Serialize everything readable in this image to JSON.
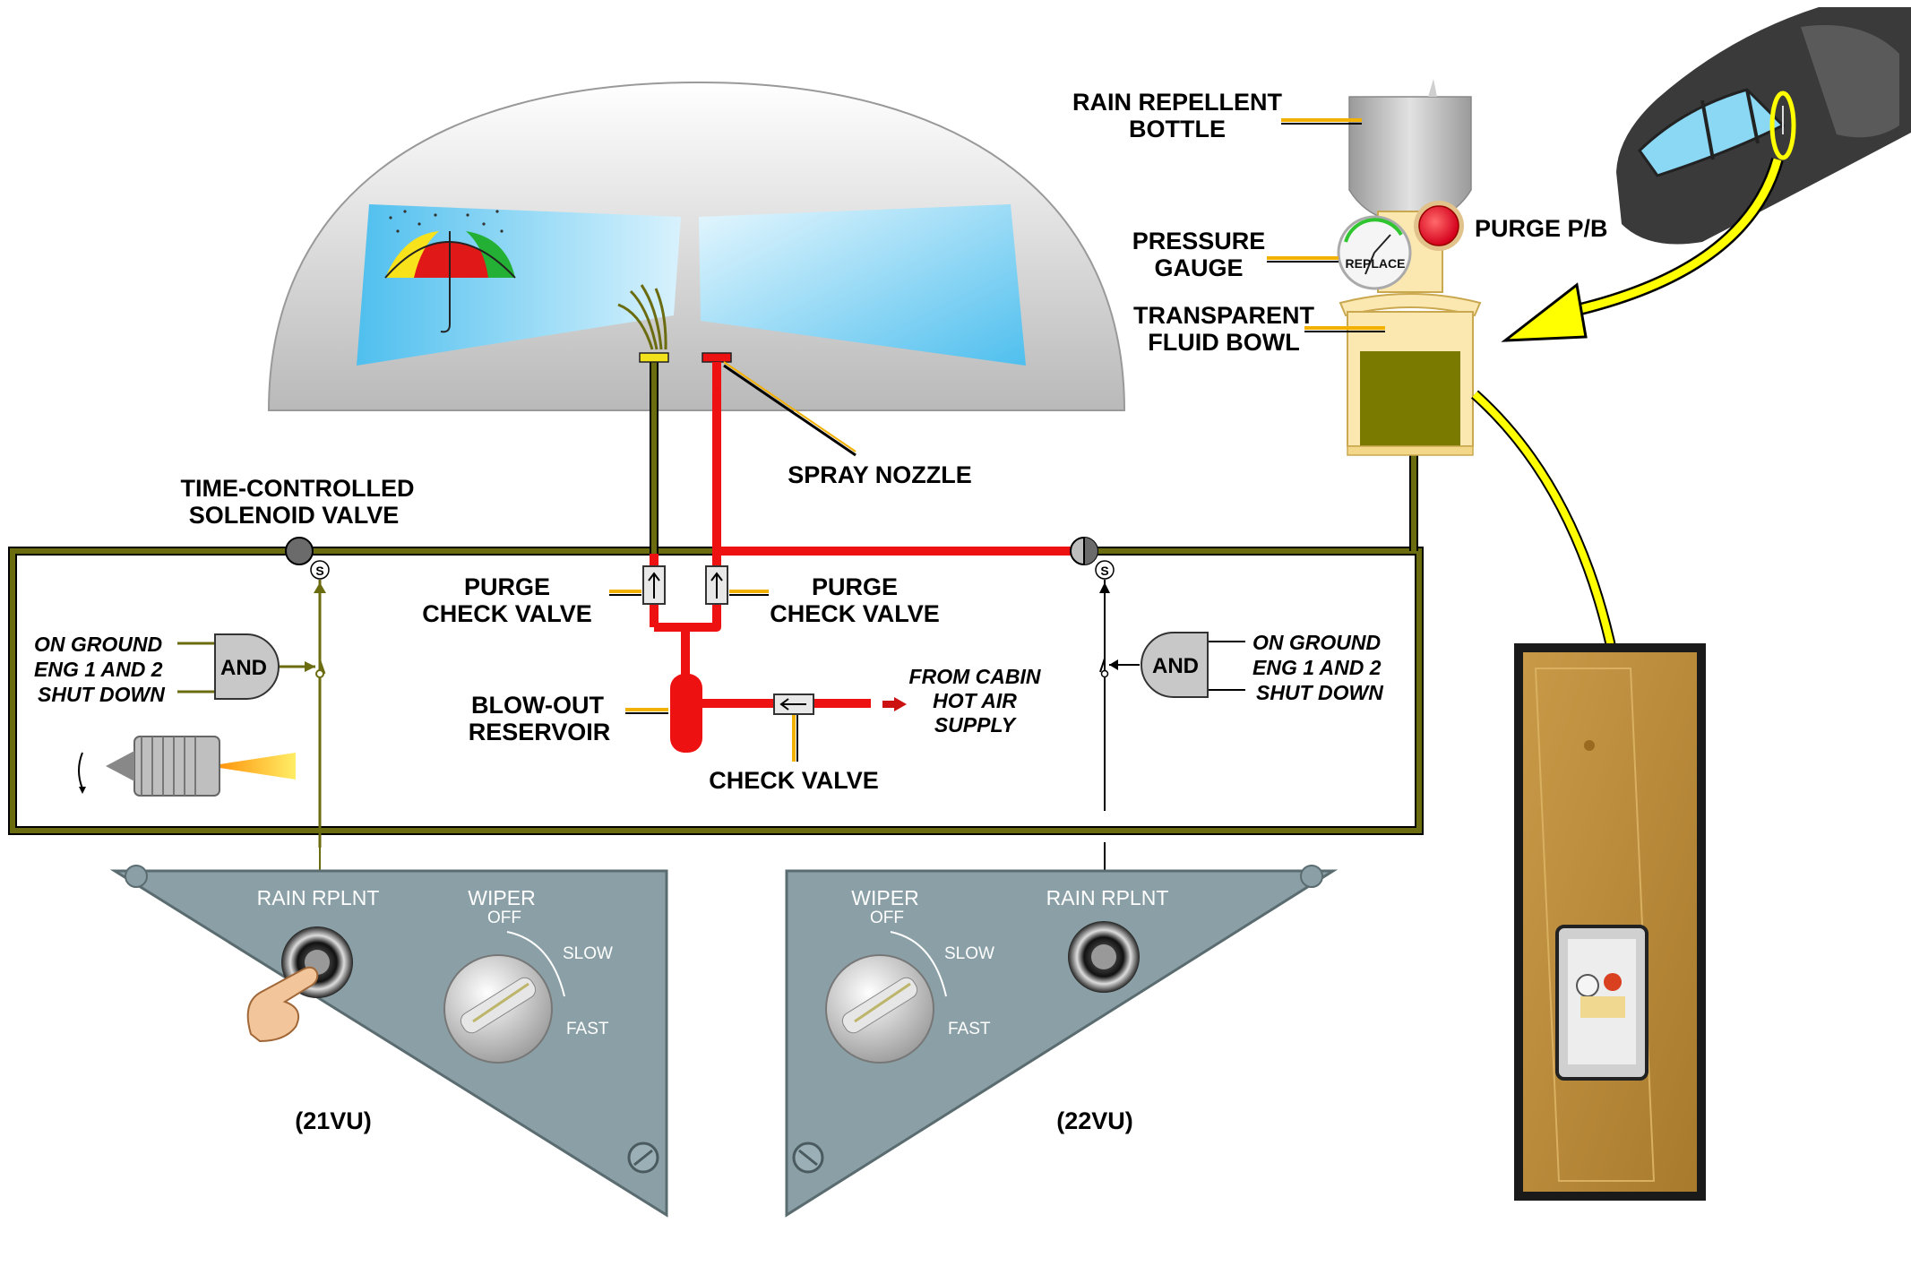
{
  "labels": {
    "rain_repellent_bottle": [
      "RAIN REPELLENT",
      "BOTTLE"
    ],
    "pressure_gauge": [
      "PRESSURE",
      "GAUGE"
    ],
    "gauge_face": "REPLACE",
    "purge_pb": "PURGE P/B",
    "transparent_fluid_bowl": [
      "TRANSPARENT",
      "FLUID BOWL"
    ],
    "spray_nozzle": "SPRAY NOZZLE",
    "time_controlled_solenoid_valve": [
      "TIME-CONTROLLED",
      "SOLENOID VALVE"
    ],
    "purge_check_valve_left": [
      "PURGE",
      "CHECK VALVE"
    ],
    "purge_check_valve_right": [
      "PURGE",
      "CHECK VALVE"
    ],
    "blow_out_reservoir": [
      "BLOW-OUT",
      "RESERVOIR"
    ],
    "from_cabin_hot_air_supply": [
      "FROM CABIN",
      "HOT AIR",
      "SUPPLY"
    ],
    "check_valve": "CHECK VALVE",
    "solenoid_symbol": "S"
  },
  "logic_left": {
    "inputs": [
      "ON  GROUND",
      "ENG 1  AND 2",
      "SHUT DOWN"
    ],
    "gate": "AND"
  },
  "logic_right": {
    "inputs": [
      "ON  GROUND",
      "ENG 1  AND 2",
      "SHUT DOWN"
    ],
    "gate": "AND"
  },
  "panel_left": {
    "id": "(21VU)",
    "rain_button_label": "RAIN RPLNT",
    "wiper_label": "WIPER",
    "wiper_positions": [
      "OFF",
      "SLOW",
      "FAST"
    ]
  },
  "panel_right": {
    "id": "(22VU)",
    "rain_button_label": "RAIN RPLNT",
    "wiper_label": "WIPER",
    "wiper_positions": [
      "OFF",
      "SLOW",
      "FAST"
    ]
  },
  "colors": {
    "feed_line": "#6b6b10",
    "purge_line": "#ee1111",
    "panel": "#8aa0a6",
    "highlight_arrow": "#ffff00",
    "fluid": "#7a7a00"
  }
}
